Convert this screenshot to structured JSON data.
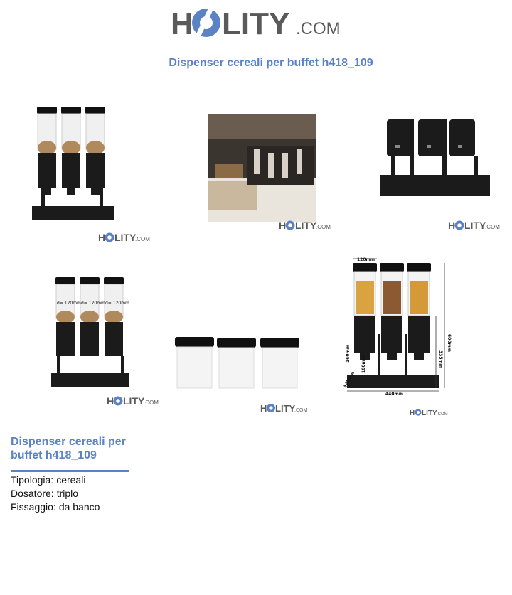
{
  "brand": {
    "name_pre": "H",
    "name_post": "LITY",
    "suffix": ".COM",
    "watermark_pre": "H",
    "watermark_post": "LITY",
    "watermark_suffix": ".COM"
  },
  "page_title": "Dispenser cereali per buffet h418_109",
  "product": {
    "title_line1": "Dispenser cereali per",
    "title_line2": "buffet h418_109",
    "specs": [
      {
        "label": "Tipologia:",
        "value": "cereali"
      },
      {
        "label": "Dosatore:",
        "value": "triplo"
      },
      {
        "label": "Fissaggio:",
        "value": "da banco"
      }
    ]
  },
  "dimensions": {
    "width_label": "440mm",
    "depth_label": "440mm",
    "height_label": "600mm",
    "mid_label": "335mm",
    "low_label": "160mm",
    "base_label": "100mm",
    "diameter_label": "120mm",
    "d_label": "d= 120mm"
  },
  "colors": {
    "accent": "#5c82c6",
    "logo_gray": "#5a5a5a",
    "dark": "#1b1b1b"
  }
}
